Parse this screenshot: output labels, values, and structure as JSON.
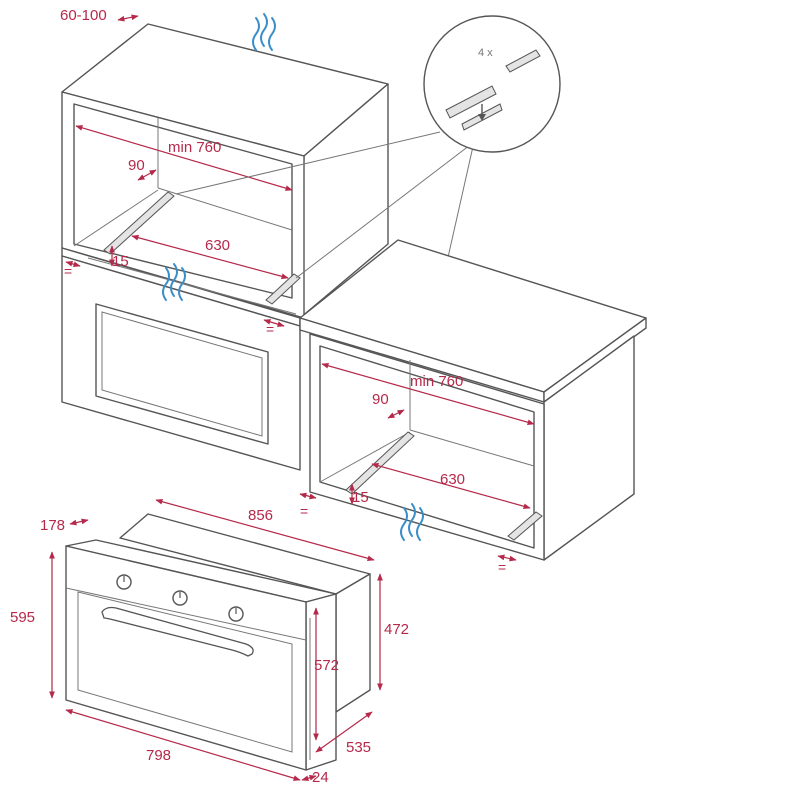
{
  "colors": {
    "dimension": "#b5294a",
    "outline": "#555555",
    "airflow": "#3b8fc9"
  },
  "icons": [
    "airflow-icon",
    "arrow-down-icon"
  ],
  "upper_cabinet": {
    "top_gap": "60-100",
    "min_width": "min 760",
    "rail_offset": "90",
    "rail_length": "630",
    "rail_height": "15",
    "equal_mark": "="
  },
  "lower_cabinet": {
    "min_width": "min 760",
    "rail_offset": "90",
    "rail_length": "630",
    "rail_height": "15",
    "equal_mark": "="
  },
  "detail": {
    "quantity": "4 x"
  },
  "oven": {
    "depth_front": "178",
    "overall_width": "856",
    "overall_height": "595",
    "front_width": "798",
    "front_depth": "24",
    "body_height": "472",
    "body_depth": "535",
    "inner_height": "572"
  }
}
